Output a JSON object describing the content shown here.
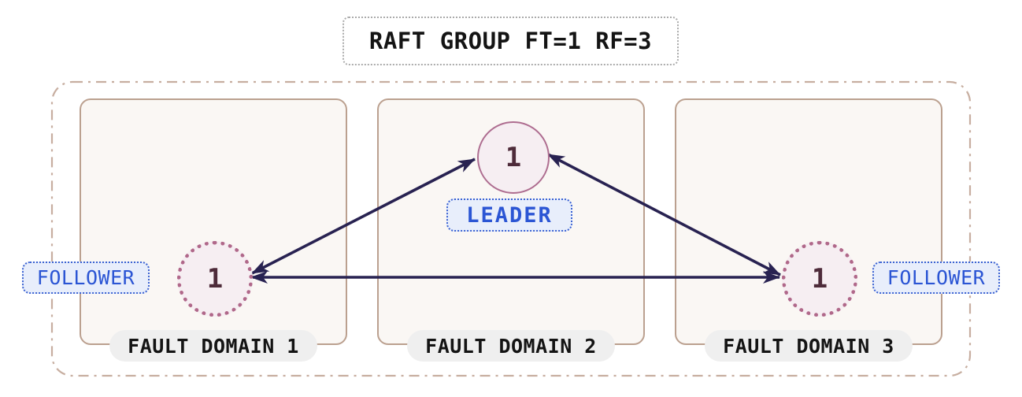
{
  "title": {
    "label": "RAFT GROUP FT=1 RF=3"
  },
  "diagram": {
    "fault_domains": [
      {
        "label": "FAULT DOMAIN 1",
        "node": {
          "id": "1",
          "role": "FOLLOWER"
        }
      },
      {
        "label": "FAULT DOMAIN 2",
        "node": {
          "id": "1",
          "role": "LEADER"
        }
      },
      {
        "label": "FAULT DOMAIN 3",
        "node": {
          "id": "1",
          "role": "FOLLOWER"
        }
      }
    ],
    "connections": [
      {
        "from": "follower-1",
        "to": "leader",
        "bidirectional": true
      },
      {
        "from": "leader",
        "to": "follower-3",
        "bidirectional": true
      },
      {
        "from": "follower-1",
        "to": "follower-3",
        "bidirectional": true
      }
    ]
  },
  "colors": {
    "arrow": "#282251",
    "tan_solid": "#bba08f",
    "tan_dash": "#c7aea0",
    "box_fill": "#faf7f4",
    "circle_fill": "#f6eef2",
    "leader_border": "#ae6d90",
    "follower_border": "#b0688a",
    "node_id_color": "#4e2b3a",
    "role_text": "#2b55d4",
    "role_bg": "#e8eefb",
    "role_border": "#3c63d2",
    "pill_bg": "#efefef",
    "title_border": "#ababab"
  }
}
